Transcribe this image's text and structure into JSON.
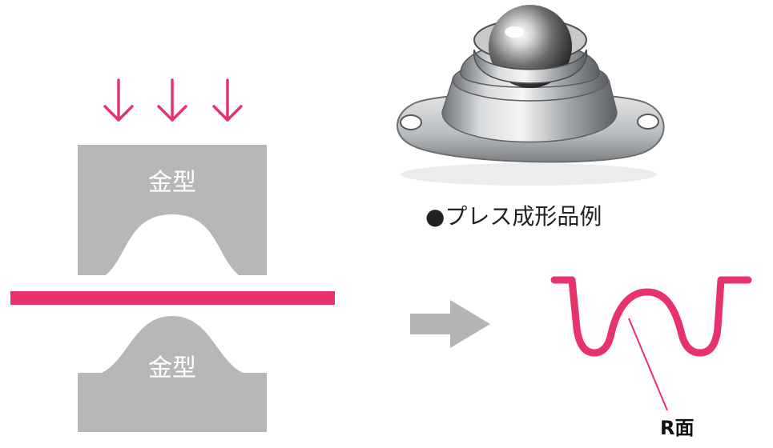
{
  "labels": {
    "upper_die": "金型",
    "lower_die": "金型",
    "product_caption": "●プレス成形品例",
    "r_surface": "R面"
  },
  "colors": {
    "accent": "#e6336a",
    "die": "#b6b7b7",
    "arrow": "#b4b5b5"
  },
  "icons": {
    "press_arrows": "arrow-down-icon",
    "process_arrow": "arrow-right-icon",
    "product_photo": "ball-transfer-unit-icon"
  }
}
